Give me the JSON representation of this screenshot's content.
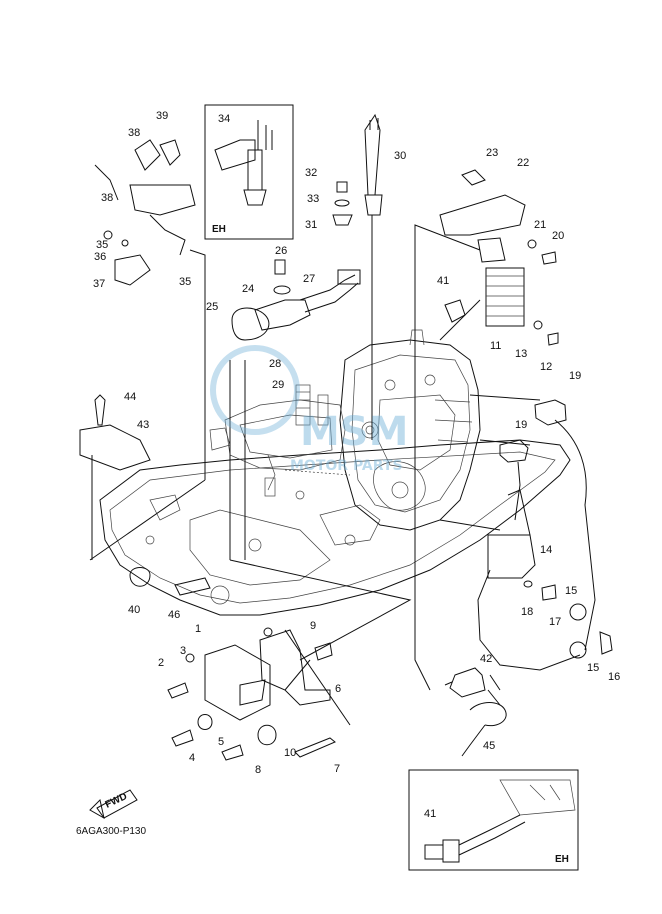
{
  "diagram": {
    "code": "6AGA300-P130",
    "fwd_label": "FWD",
    "inset_labels": [
      "EH",
      "EH"
    ],
    "watermark": "MOTOR PARTS",
    "colors": {
      "line": "#111111",
      "watermark": "#6fb0d8"
    },
    "callouts": [
      "1",
      "2",
      "3",
      "4",
      "5",
      "6",
      "7",
      "8",
      "9",
      "10",
      "11",
      "12",
      "13",
      "14",
      "15",
      "15",
      "16",
      "17",
      "18",
      "19",
      "19",
      "20",
      "21",
      "22",
      "23",
      "24",
      "25",
      "26",
      "27",
      "28",
      "29",
      "30",
      "31",
      "32",
      "33",
      "34",
      "35",
      "35",
      "36",
      "37",
      "38",
      "38",
      "39",
      "40",
      "41",
      "41",
      "42",
      "43",
      "44",
      "45",
      "46"
    ]
  }
}
